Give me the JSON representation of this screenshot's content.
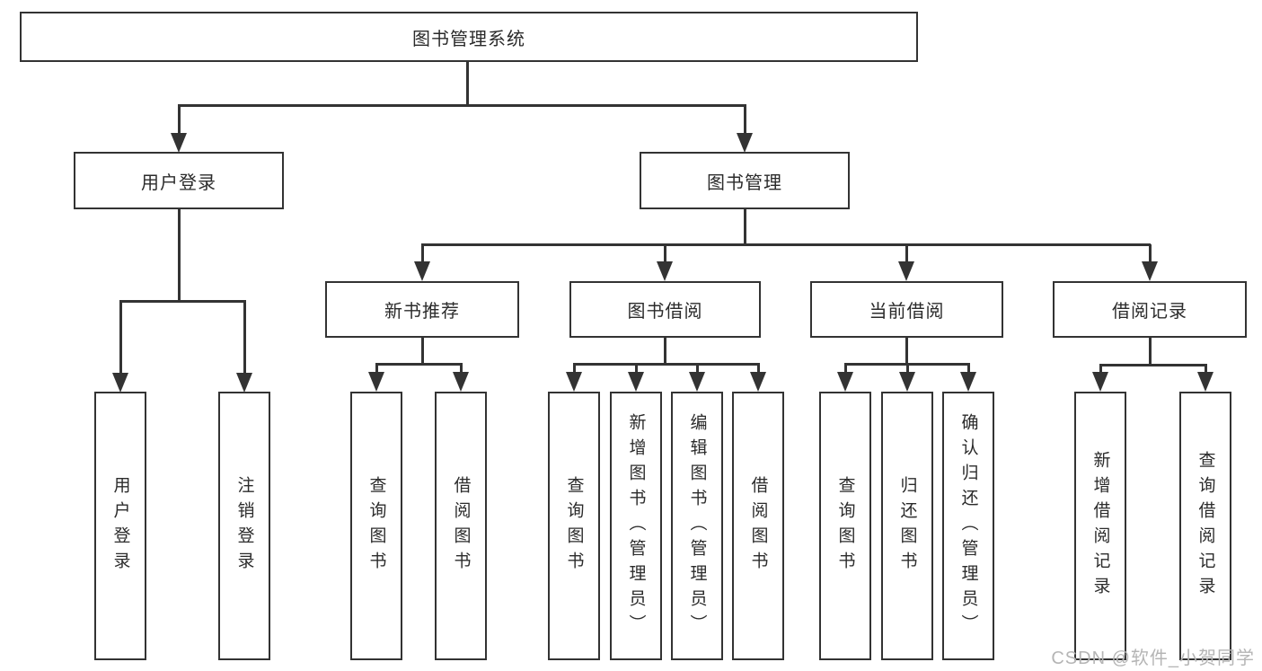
{
  "diagram": {
    "root": {
      "label": "图书管理系统"
    },
    "branches": {
      "user_login": {
        "label": "用户登录",
        "children": {
          "login": {
            "label": "用户登录"
          },
          "logout": {
            "label": "注销登录"
          }
        }
      },
      "book_mgmt": {
        "label": "图书管理",
        "children": {
          "new_book_rec": {
            "label": "新书推荐",
            "children": {
              "query_books": {
                "label": "查询图书"
              },
              "borrow_books": {
                "label": "借阅图书"
              }
            }
          },
          "book_borrow": {
            "label": "图书借阅",
            "children": {
              "query_books": {
                "label": "查询图书"
              },
              "add_books": {
                "label": "新增图书（管理员）"
              },
              "edit_books": {
                "label": "编辑图书（管理员）"
              },
              "borrow_books": {
                "label": "借阅图书"
              }
            }
          },
          "current_borrow": {
            "label": "当前借阅",
            "children": {
              "query_books": {
                "label": "查询图书"
              },
              "return_books": {
                "label": "归还图书"
              },
              "confirm_return": {
                "label": "确认归还（管理员）"
              }
            }
          },
          "borrow_records": {
            "label": "借阅记录",
            "children": {
              "add_record": {
                "label": "新增借阅记录"
              },
              "query_record": {
                "label": "查询借阅记录"
              }
            }
          }
        }
      }
    }
  },
  "watermark": {
    "text": "CSDN @软件_小贺同学"
  },
  "colors": {
    "line": "#333333",
    "box_border": "#333333",
    "text": "#2b2b2b",
    "watermark": "#b5b5b5",
    "background": "#ffffff"
  }
}
